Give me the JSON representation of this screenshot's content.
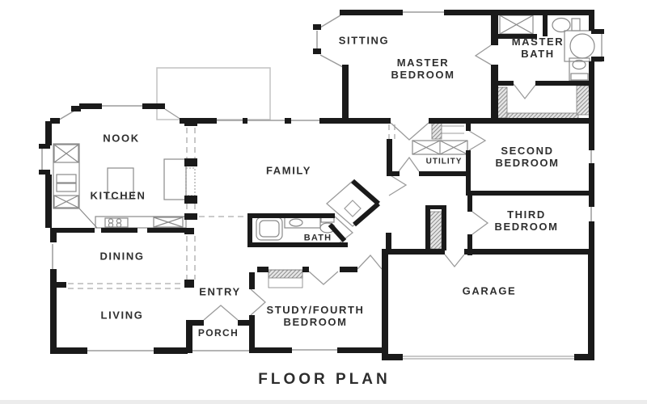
{
  "title": "FLOOR PLAN",
  "rooms": {
    "sitting": "SITTING",
    "master_bedroom": "MASTER\nBEDROOM",
    "master_bath": "MASTER\nBATH",
    "nook": "NOOK",
    "kitchen": "KITCHEN",
    "family": "FAMILY",
    "utility": "UTILITY",
    "second_bedroom": "SECOND\nBEDROOM",
    "third_bedroom": "THIRD\nBEDROOM",
    "dining": "DINING",
    "bath": "BATH",
    "entry": "ENTRY",
    "living": "LIVING",
    "porch": "PORCH",
    "study": "STUDY/FOURTH\nBEDROOM",
    "garage": "GARAGE"
  },
  "colors": {
    "wall": "#1a1a1a",
    "thin_line": "#9b9b9b",
    "hatch": "#8f8f8f",
    "text": "#2f2f2f",
    "background": "#ffffff"
  }
}
